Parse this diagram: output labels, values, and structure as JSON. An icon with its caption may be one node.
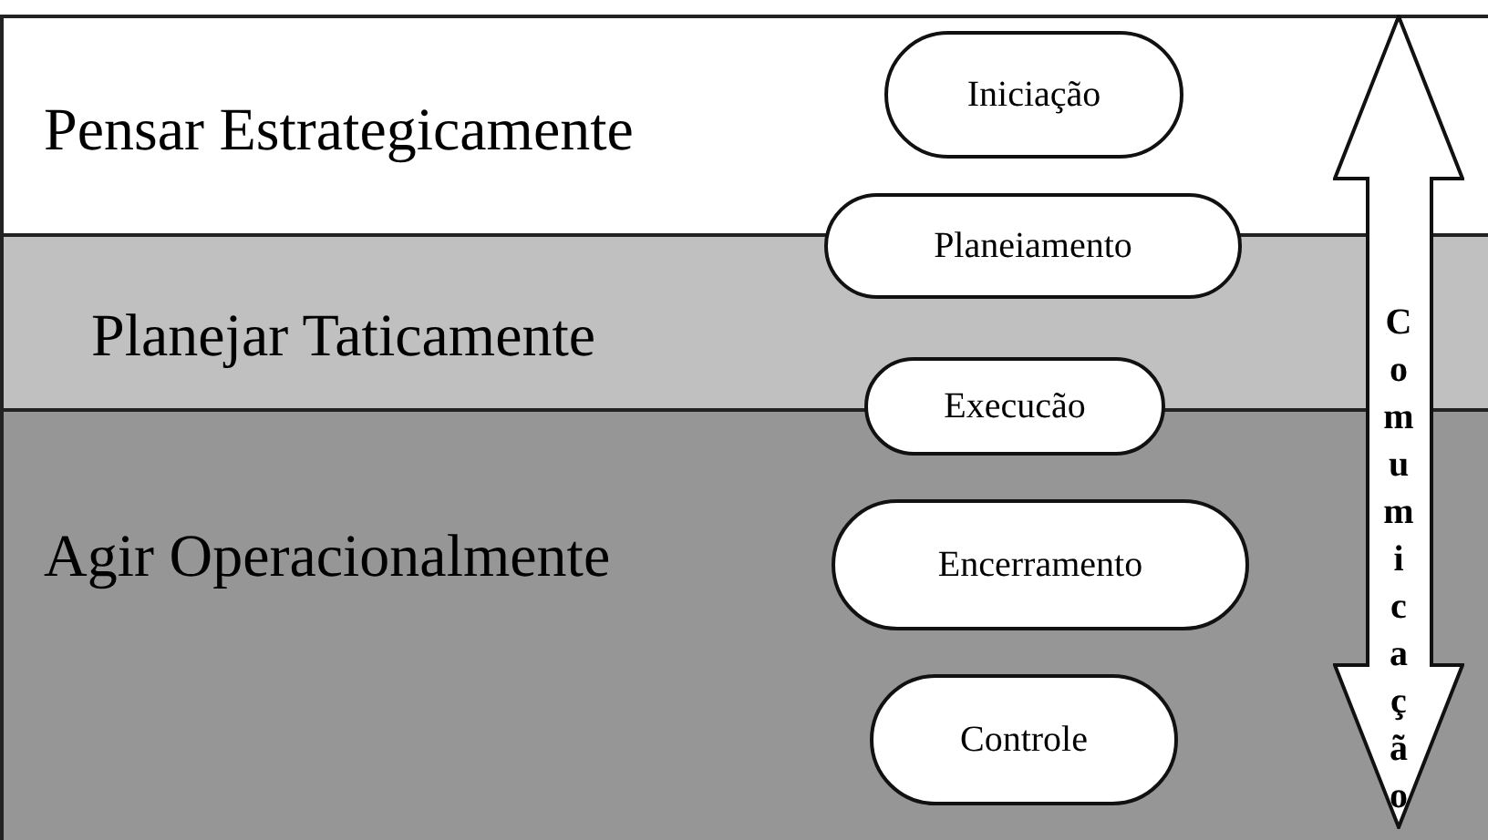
{
  "diagram": {
    "nodes": [
      {
        "text": [
          "Pensar Estrategicamente"
        ]
      },
      {
        "text": [
          "Iniciação"
        ],
        "in": 0
      },
      {
        "text": [
          "Planejar Taticamente"
        ]
      },
      {
        "text": [
          "Planeiamento"
        ]
      },
      {
        "text": [
          "Agir Operacionalmente"
        ]
      },
      {
        "text": [
          "Execucão"
        ]
      },
      {
        "text": [
          "Encerramento"
        ],
        "in": 4
      },
      {
        "text": [
          "Controle"
        ],
        "in": 4
      },
      {
        "text": [
          "Comumicação"
        ]
      }
    ]
  }
}
